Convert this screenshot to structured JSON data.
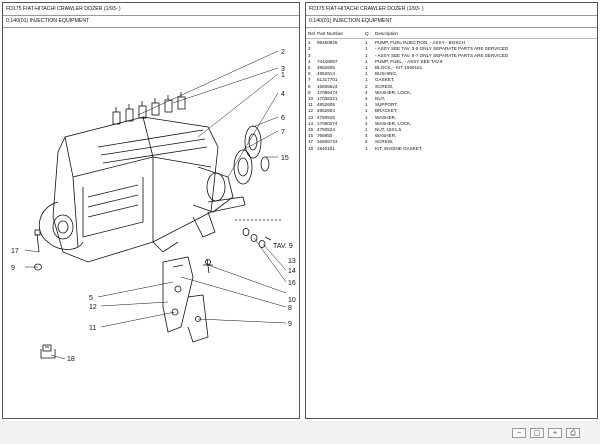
{
  "left_panel": {
    "title": "FD175 FIAT-HITACHI CRAWLER DOZER (1/93- )",
    "section": "0.140(01) INJECTION EQUIPMENT",
    "callouts": [
      "1",
      "2",
      "3",
      "4",
      "5",
      "6",
      "7",
      "8",
      "9",
      "10",
      "11",
      "12",
      "13",
      "14",
      "15",
      "16",
      "17",
      "18"
    ],
    "ref_tav": "TAV. 9"
  },
  "right_panel": {
    "title": "FD175 FIAT-HITACHI CRAWLER DOZER (1/93- )",
    "section": "0.140(01) INJECTION EQUIPMENT",
    "headers": {
      "ref": "Ref",
      "part": "Part Number",
      "qty": "Q",
      "desc": "Description"
    },
    "rows": [
      {
        "ref": "1",
        "part": "99450825",
        "qty": "1",
        "desc": "PUMP, FUEL INJECTION, - ASSY - BOSCH"
      },
      {
        "ref": "2",
        "part": "",
        "qty": "1",
        "desc": "- ASSY SEE TAV. 3-5  ONLY SEPARATE PARTS ARE SERVICED"
      },
      {
        "ref": "3",
        "part": "",
        "qty": "1",
        "desc": "- ASSY SEE TAV. 6-7  ONLY SEPARATE PARTS ARE SERVICED"
      },
      {
        "ref": "4",
        "part": "74448067",
        "qty": "1",
        "desc": "PUMP, FUEL, - ASSY SEE TAV.8"
      },
      {
        "ref": "5",
        "part": "4852606",
        "qty": "1",
        "desc": "BLOCK, - KIT 1940151"
      },
      {
        "ref": "6",
        "part": "4852614",
        "qty": "1",
        "desc": "BUSHING,"
      },
      {
        "ref": "7",
        "part": "61317701",
        "qty": "1",
        "desc": "GASKET,"
      },
      {
        "ref": "8",
        "part": "16605524",
        "qty": "2",
        "desc": "SCREW,"
      },
      {
        "ref": "9",
        "part": "17089474",
        "qty": "4",
        "desc": "WASHER, LOCK,"
      },
      {
        "ref": "10",
        "part": "17038221",
        "qty": "4",
        "desc": "NUT,"
      },
      {
        "ref": "11",
        "part": "4852605",
        "qty": "1",
        "desc": "SUPPORT,"
      },
      {
        "ref": "12",
        "part": "4852604",
        "qty": "1",
        "desc": "BRACKET,"
      },
      {
        "ref": "13",
        "part": "4750525",
        "qty": "1",
        "desc": "WASHER,"
      },
      {
        "ref": "14",
        "part": "17090274",
        "qty": "4",
        "desc": "WASHER, LOCK,"
      },
      {
        "ref": "15",
        "part": "4750524",
        "qty": "1",
        "desc": "NUT, 18X1,5"
      },
      {
        "ref": "16",
        "part": "766850",
        "qty": "4",
        "desc": "WASHER,"
      },
      {
        "ref": "17",
        "part": "16606724",
        "qty": "2",
        "desc": "SCREW,"
      },
      {
        "ref": "18",
        "part": "1940151",
        "qty": "1",
        "desc": "KIT, ENGINE GASKET,"
      }
    ]
  },
  "footer": {
    "zoom_out_label": "−",
    "zoom_in_label": "+",
    "fit_label": "▢",
    "print_label": "⎙"
  }
}
